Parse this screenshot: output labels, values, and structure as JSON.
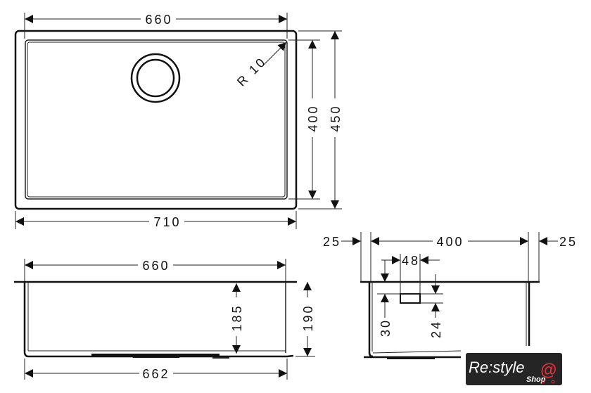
{
  "top_view": {
    "width_inner": "660",
    "width_outer": "710",
    "depth_inner": "400",
    "depth_outer": "450",
    "radius": "R 10"
  },
  "front_view": {
    "width_top": "660",
    "width_bottom": "662",
    "depth_inner": "185",
    "depth_outer": "190"
  },
  "side_view": {
    "flange_left": "25",
    "inner_width": "400",
    "flange_right": "25",
    "overflow_width": "48",
    "overflow_offset": "30",
    "overflow_height": "24"
  },
  "logo": {
    "brand": "Re:style",
    "sub": "Shop",
    "accent": "#e0303a"
  }
}
